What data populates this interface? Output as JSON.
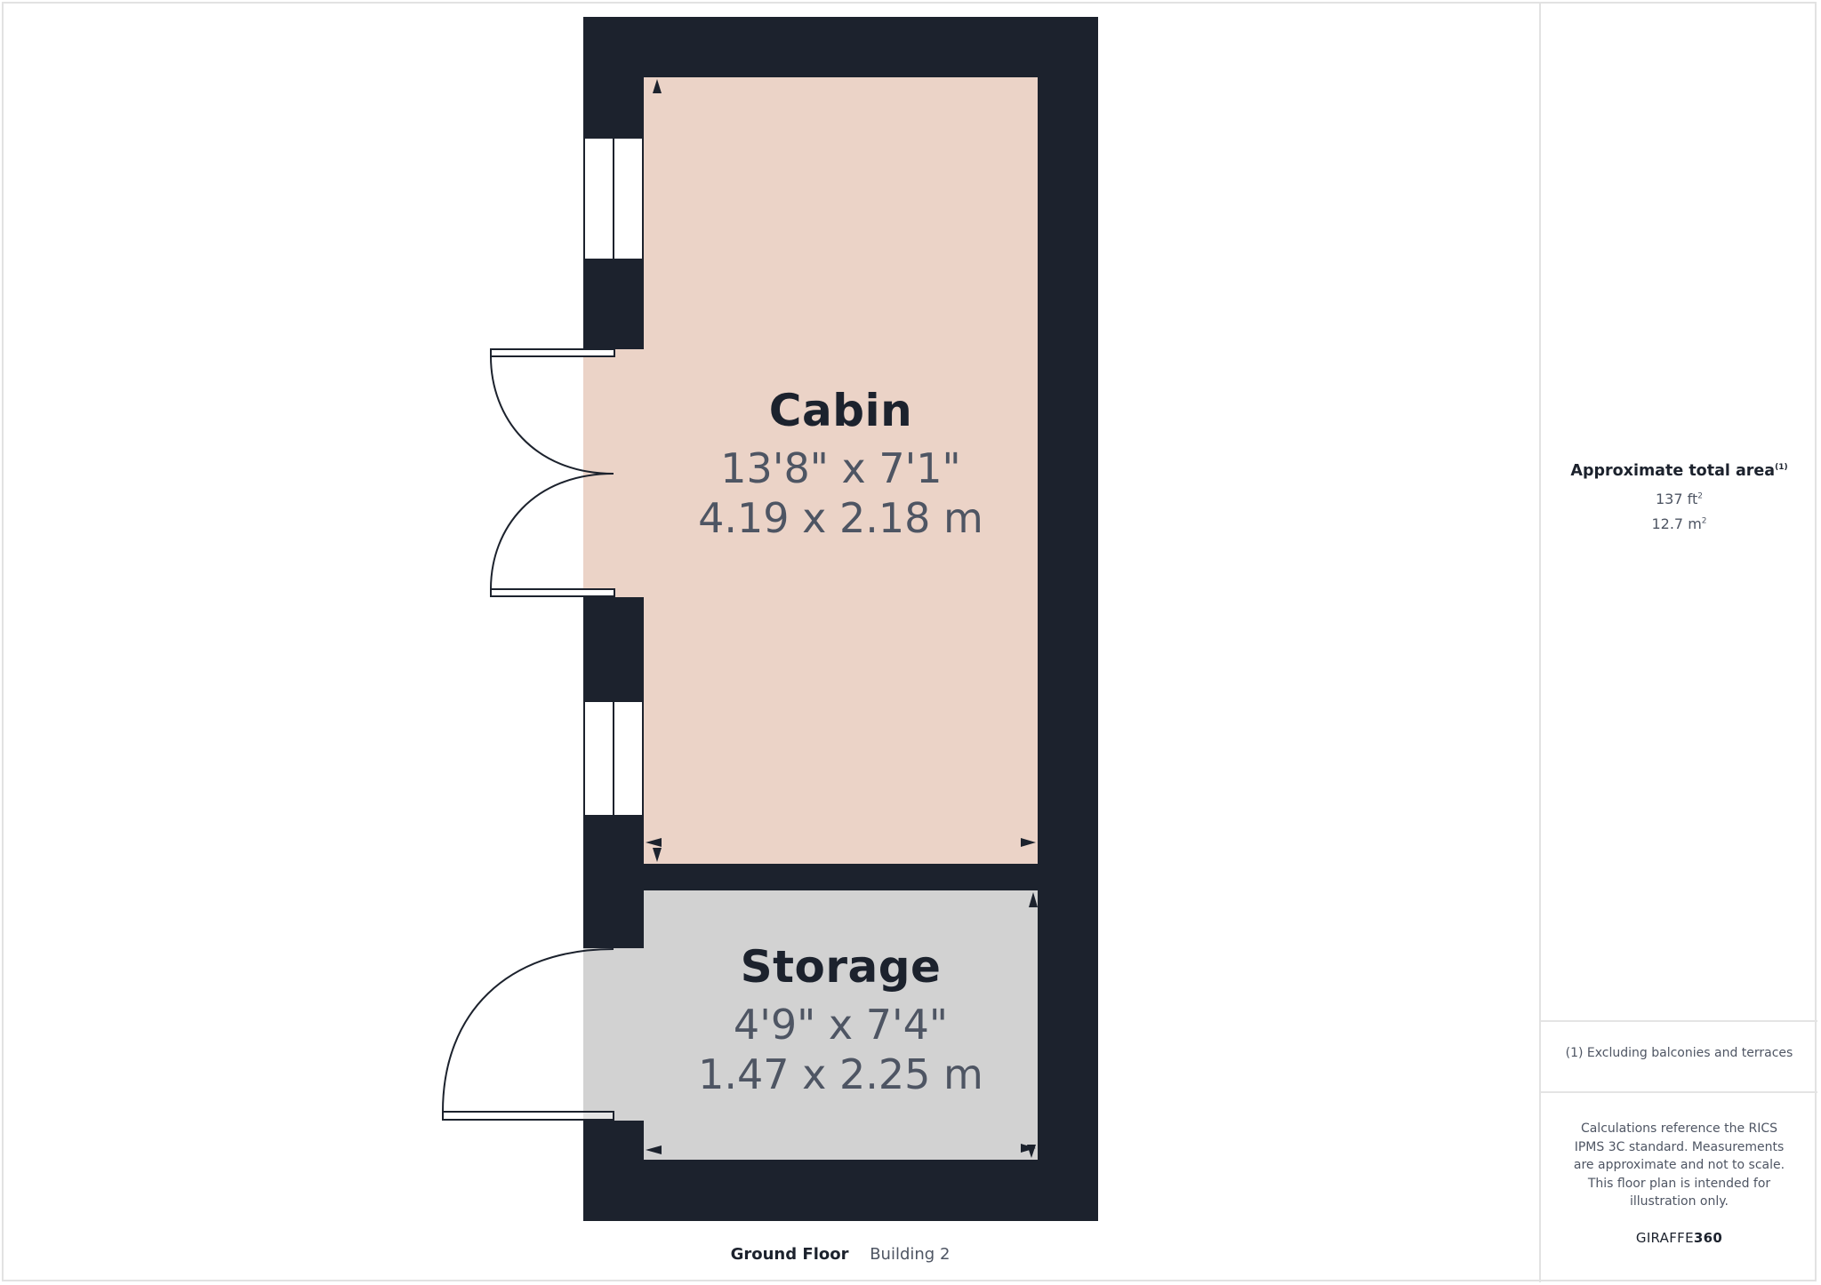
{
  "floor_plan": {
    "rooms": [
      {
        "name": "Cabin",
        "dim_imperial": "13'8\" x 7'1\"",
        "dim_metric": "4.19 x 2.18 m",
        "fill": "#ebd3c7"
      },
      {
        "name": "Storage",
        "dim_imperial": "4'9\" x 7'4\"",
        "dim_metric": "1.47 x 2.25 m",
        "fill": "#d2d2d2"
      }
    ],
    "wall_color": "#1c222d",
    "caption": {
      "floor": "Ground Floor",
      "building": "Building 2"
    }
  },
  "summary_panel": {
    "area_title": "Approximate total area",
    "area_footnote_marker": "(1)",
    "area_imperial_value": "137 ft",
    "area_imperial_unit_sup": "2",
    "area_metric_value": "12.7 m",
    "area_metric_unit_sup": "2",
    "footnote": "(1) Excluding balconies and terraces",
    "disclaimer": "Calculations reference the RICS IPMS 3C standard. Measurements are approximate and not to scale. This floor plan is intended for illustration only.",
    "brand_prefix": "GIRAFFE",
    "brand_suffix": "360"
  }
}
